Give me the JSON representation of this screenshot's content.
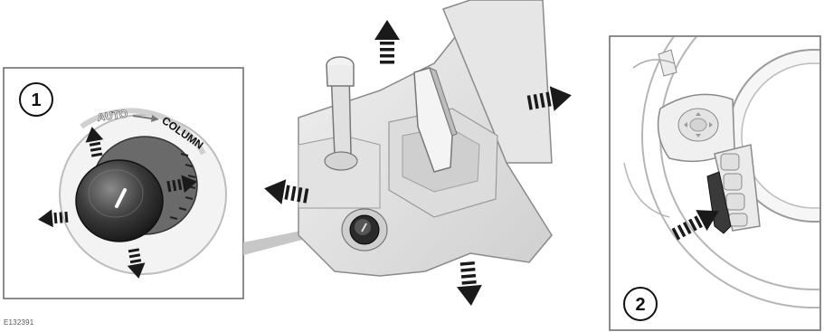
{
  "panel_left": {
    "number": "1",
    "label_auto": "AUTO",
    "label_column": "COLUMN"
  },
  "panel_right": {
    "number": "2"
  },
  "figure_code": "E132391",
  "colors": {
    "arrow": "#1a1a1a",
    "outline": "#8a8a8a",
    "fill": "#ececec",
    "knob_dark": "#2a2a2a"
  }
}
